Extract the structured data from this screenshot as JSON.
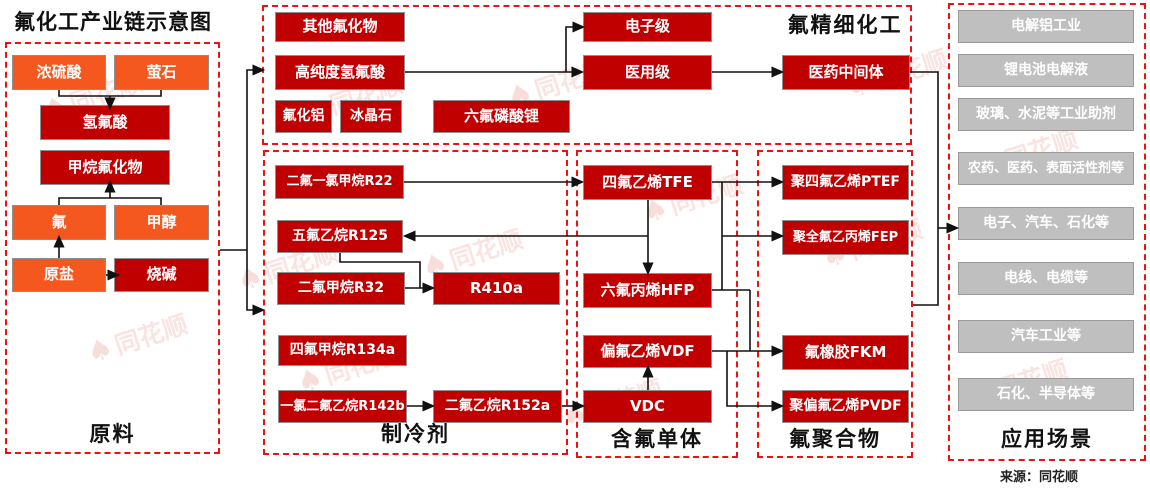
{
  "title": "氟化工产业链示意图",
  "source": "来源：同花顺",
  "watermark_text": "同花顺",
  "colors": {
    "orange_box": "#f4581e",
    "dark_red_box": "#c00000",
    "gray_box": "#bfbfbf",
    "dashed_border": "#ee1111"
  },
  "panels": {
    "raw": {
      "label": "原料",
      "boxes": {
        "concentrated_sulfuric_acid": "浓硫酸",
        "fluorite": "萤石",
        "hydrofluoric_acid": "氢氟酸",
        "methane_fluoride": "甲烷氟化物",
        "fluorine": "氟",
        "methanol": "甲醇",
        "raw_salt": "原盐",
        "caustic_soda": "烧碱"
      }
    },
    "fine_chemical": {
      "label": "氟精细化工",
      "boxes": {
        "other_fluorides": "其他氟化物",
        "high_purity_hf": "高纯度氢氟酸",
        "aluminum_fluoride": "氟化铝",
        "cryolite": "冰晶石",
        "lithium_hexafluorophosphate": "六氟磷酸锂",
        "electronic_grade": "电子级",
        "medical_grade": "医用级",
        "pharma_intermediates": "医药中间体"
      }
    },
    "refrigerant": {
      "label": "制冷剂",
      "boxes": {
        "r22": "二氟一氯甲烷R22",
        "r125": "五氟乙烷R125",
        "r32": "二氟甲烷R32",
        "r410a": "R410a",
        "r134a": "四氟甲烷R134a",
        "r142b": "一氯二氟乙烷R142b",
        "r152a": "二氟乙烷R152a"
      }
    },
    "monomer": {
      "label": "含氟单体",
      "boxes": {
        "tfe": "四氟乙烯TFE",
        "hfp": "六氟丙烯HFP",
        "vdf": "偏氟乙烯VDF",
        "vdc": "VDC"
      }
    },
    "polymer": {
      "label": "氟聚合物",
      "boxes": {
        "ptef": "聚四氟乙烯PTEF",
        "fep": "聚全氟乙丙烯FEP",
        "fkm": "氟橡胶FKM",
        "pvdf": "聚偏氟乙烯PVDF"
      }
    },
    "application": {
      "label": "应用场景",
      "boxes": {
        "electrolytic_aluminum": "电解铝工业",
        "lithium_battery_electrolyte": "锂电池电解液",
        "glass_cement_aids": "玻璃、水泥等工业助剂",
        "pesticide_pharma_surfactant": "农药、医药、表面活性剂等",
        "electronics_auto_petrochem": "电子、汽车、石化等",
        "wire_cable": "电线、电缆等",
        "automotive_industry": "汽车工业等",
        "petrochem_semiconductor": "石化、半导体等"
      }
    }
  }
}
